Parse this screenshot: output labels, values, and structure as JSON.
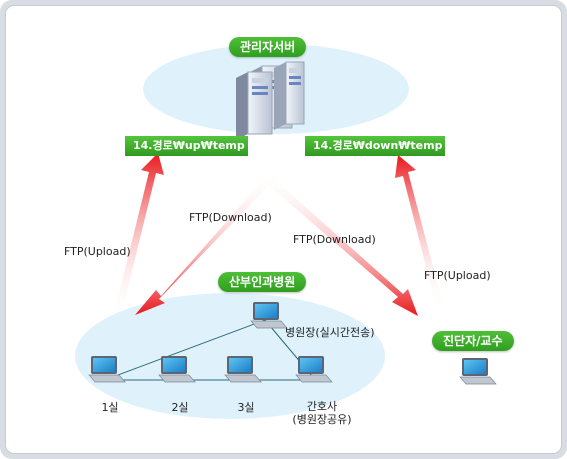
{
  "title": "관리자서버",
  "path_up": "14.경로₩up₩temp",
  "path_down": "14.경로₩down₩temp",
  "hospital": "산부인과병원",
  "doctor_group": "진단자/교수",
  "arrows": {
    "upload_left": "FTP(Upload)",
    "download_left": "FTP(Download)",
    "download_right": "FTP(Download)",
    "upload_right": "FTP(Upload)"
  },
  "nodes": {
    "director": "병원장(실시간전송)",
    "room1": "1실",
    "room2": "2실",
    "room3": "3실",
    "nurse_line1": "간호사",
    "nurse_line2": "(병원장공유)"
  },
  "colors": {
    "green": "#3aad28",
    "ellipse": "#dff2fb",
    "arrow": "#e9171b",
    "line": "#2a6a78"
  }
}
